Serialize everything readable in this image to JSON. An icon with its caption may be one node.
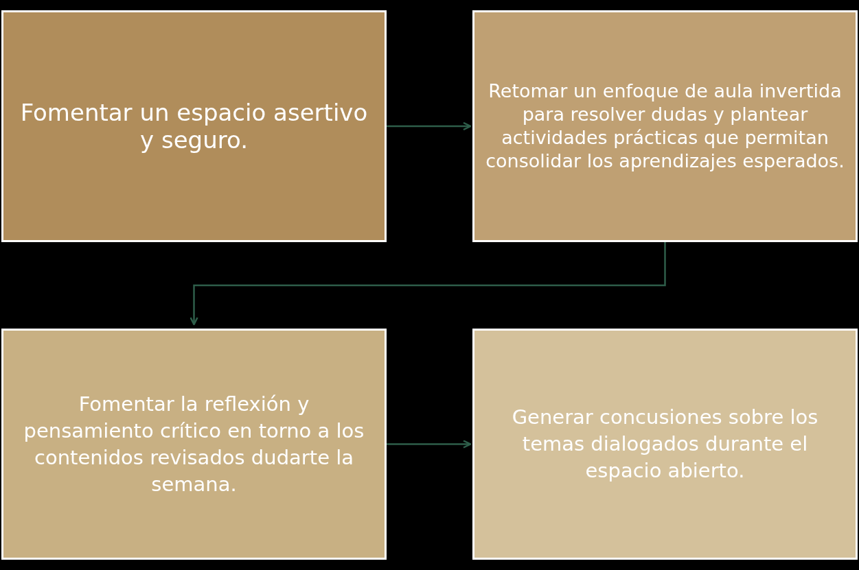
{
  "diagram": {
    "nodes": [
      {
        "text": [
          "Fomentar un espacio asertivo y seguro."
        ]
      },
      {
        "text": [
          "Retomar un enfoque de aula invertida para resolver dudas y plantear actividades prácticas que permitan consolidar los aprendizajes esperados."
        ]
      },
      {
        "text": [
          "Fomentar la reflexión y pensamiento crítico en torno a los contenidos revisados dudarte la semana."
        ]
      },
      {
        "text": [
          "Generar concusiones sobre los temas dialogados durante el espacio abierto."
        ]
      }
    ],
    "edges": [
      {
        "from": 0,
        "to": 1,
        "arrow": "to"
      },
      {
        "from": 1,
        "to": 2,
        "arrow": "to"
      },
      {
        "from": 2,
        "to": 3,
        "arrow": "to"
      }
    ]
  }
}
